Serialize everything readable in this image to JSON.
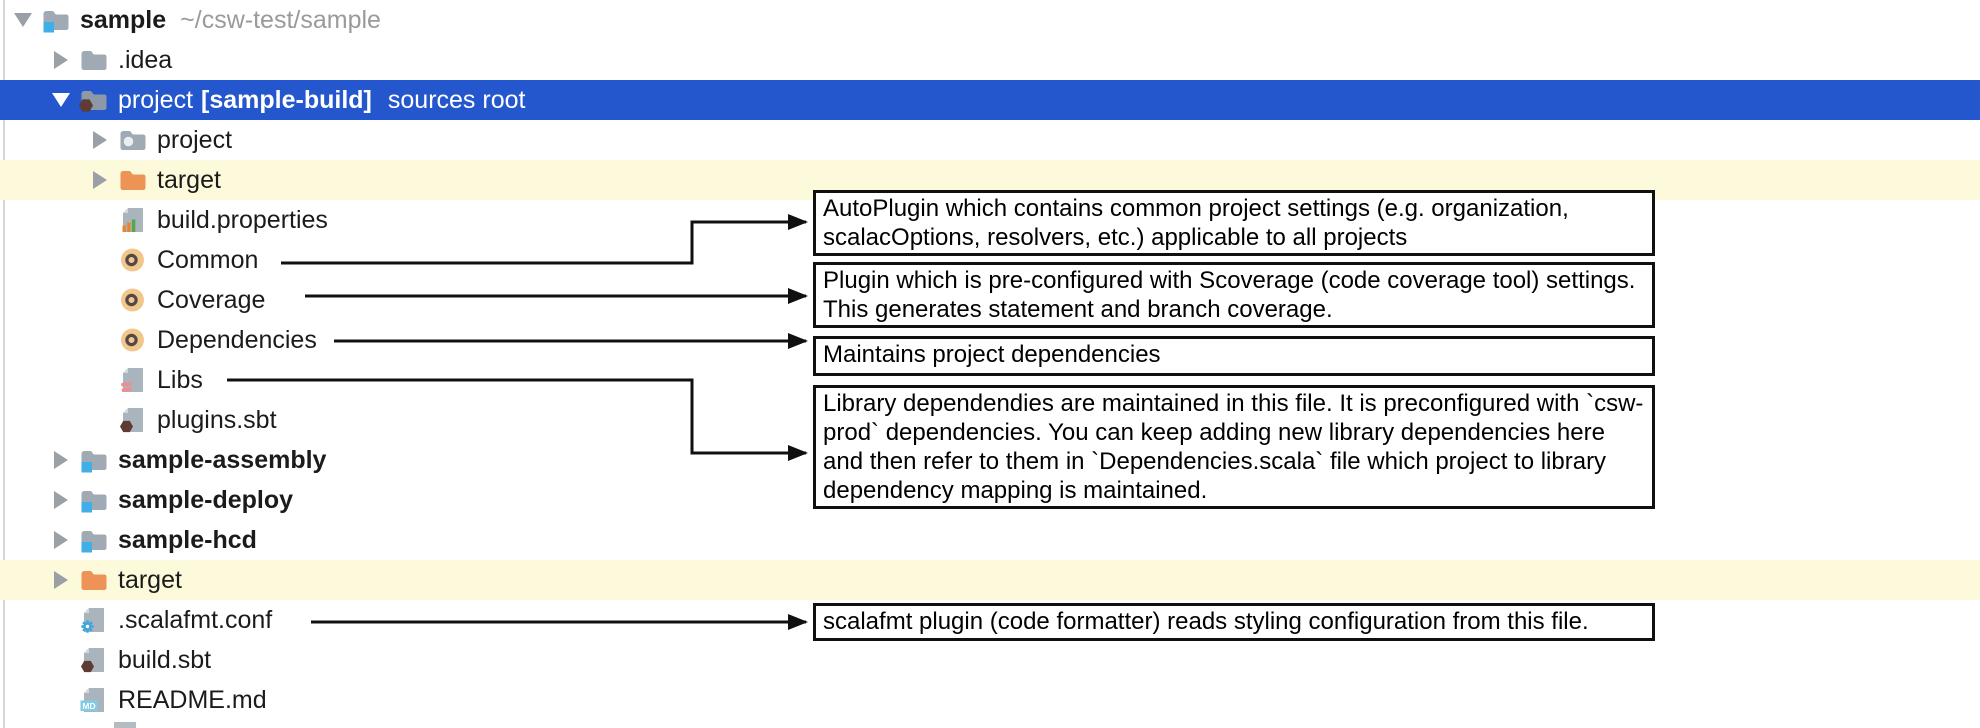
{
  "tree": {
    "rows": [
      {
        "label": "sample",
        "path": "~/csw-test/sample",
        "icon": "module-folder",
        "state": "expanded",
        "bold": true
      },
      {
        "label": ".idea",
        "icon": "folder",
        "state": "collapsed"
      },
      {
        "label": "project",
        "tag": "[sample-build]",
        "suffix": "sources root",
        "icon": "sbt-module-folder",
        "state": "expanded",
        "selected": true
      },
      {
        "label": "project",
        "icon": "build-folder",
        "state": "collapsed"
      },
      {
        "label": "target",
        "icon": "excluded-folder",
        "state": "collapsed",
        "highlighted": true
      },
      {
        "label": "build.properties",
        "icon": "properties-file"
      },
      {
        "label": "Common",
        "icon": "scala-object"
      },
      {
        "label": "Coverage",
        "icon": "scala-object"
      },
      {
        "label": "Dependencies",
        "icon": "scala-object"
      },
      {
        "label": "Libs",
        "icon": "scala-file"
      },
      {
        "label": "plugins.sbt",
        "icon": "sbt-file"
      },
      {
        "label": "sample-assembly",
        "icon": "module-folder",
        "state": "collapsed",
        "bold": true
      },
      {
        "label": "sample-deploy",
        "icon": "module-folder",
        "state": "collapsed",
        "bold": true
      },
      {
        "label": "sample-hcd",
        "icon": "module-folder",
        "state": "collapsed",
        "bold": true
      },
      {
        "label": "target",
        "icon": "excluded-folder",
        "state": "collapsed",
        "highlighted": true
      },
      {
        "label": ".scalafmt.conf",
        "icon": "config-file"
      },
      {
        "label": "build.sbt",
        "icon": "sbt-file"
      },
      {
        "label": "README.md",
        "icon": "markdown-file"
      }
    ]
  },
  "annotations": [
    {
      "target": "Common",
      "text": "AutoPlugin which contains common project settings (e.g. organization, scalacOptions, resolvers, etc.) applicable to all projects"
    },
    {
      "target": "Coverage",
      "text": "Plugin which is pre-configured with Scoverage (code coverage tool) settings. This generates statement and branch coverage."
    },
    {
      "target": "Dependencies",
      "text": "Maintains project dependencies"
    },
    {
      "target": "Libs",
      "text": "Library dependendies are maintained in this file.  It is preconfigured with `csw-prod` dependencies.  You can keep adding new library dependencies here and then refer to them in `Dependencies.scala` file which project to library dependency mapping is maintained."
    },
    {
      "target": ".scalafmt.conf",
      "text": "scalafmt plugin (code formatter) reads styling configuration from this file."
    }
  ],
  "colors": {
    "selection-blue": "#2457cd",
    "row-yellow": "#fcfadb",
    "text-dark": "#1b1b1b",
    "path-gray": "#9a9a9a",
    "arrow-gray": "#9aa0a6",
    "note-border": "#101010",
    "folder-gray": "#9faab4",
    "module-badge-blue": "#41aee8",
    "excluded-folder-orange": "#ed9355",
    "scala-object-fill": "#f2c78e",
    "scala-object-ring": "#4f4a45",
    "sbt-hexagon-brown": "#5e3b33",
    "libs-dash-pink": "#f28b8b",
    "gear-blue": "#3fa6dc",
    "md-badge-blue": "#7fcbe8",
    "page-gray": "#a9b4bc",
    "page-fold-gray": "#d2d8dc",
    "properties-bar-orange": "#e8862f",
    "properties-bar-green": "#57a64b"
  }
}
